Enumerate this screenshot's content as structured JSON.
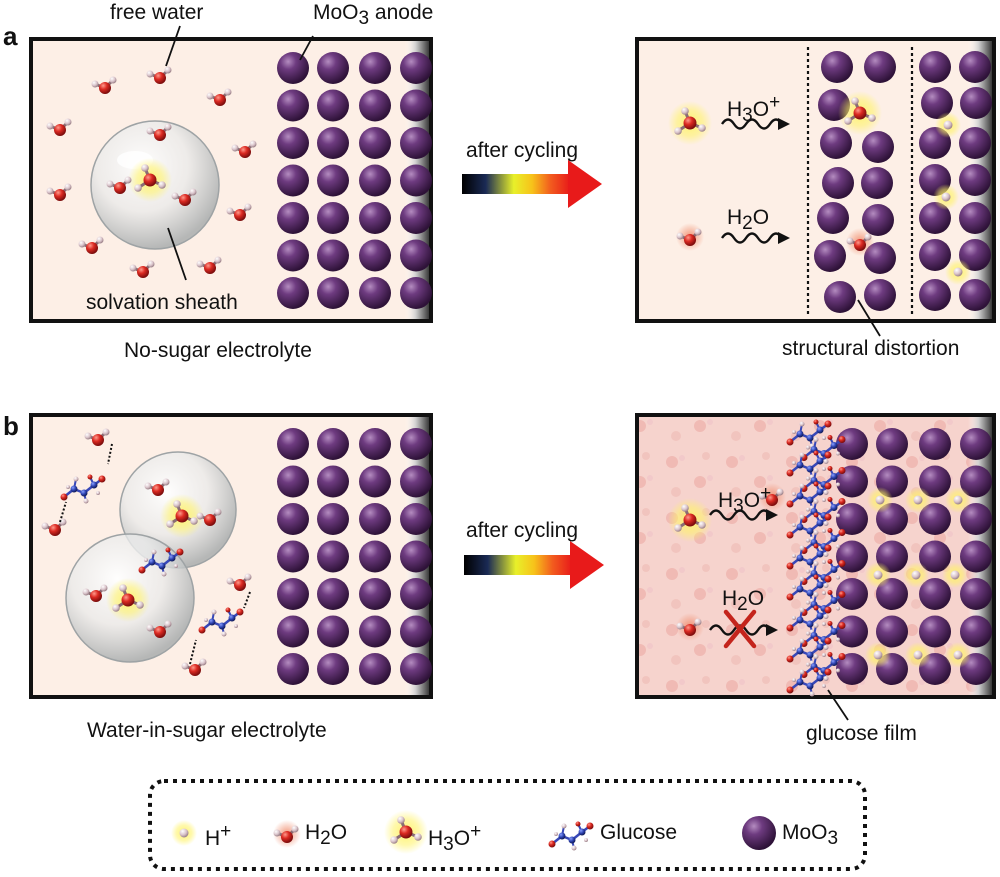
{
  "panels": {
    "a": {
      "letter": "a",
      "free_water": "free water",
      "anode": [
        "MoO",
        "3",
        " anode"
      ],
      "solvation": "solvation sheath",
      "electrolyte": "No-sugar electrolyte",
      "after_cycling": "after cycling",
      "h3o": [
        "H",
        "3",
        "O",
        "+"
      ],
      "h2o": [
        "H",
        "2",
        "O"
      ],
      "distortion": "structural distortion"
    },
    "b": {
      "letter": "b",
      "electrolyte": "Water-in-sugar electrolyte",
      "after_cycling": "after cycling",
      "h3o": [
        "H",
        "3",
        "O",
        "+"
      ],
      "h2o": [
        "H",
        "2",
        "O"
      ],
      "film": "glucose film"
    }
  },
  "legend": {
    "items": [
      {
        "parts": [
          "H",
          "",
          "",
          "+"
        ],
        "icon": "proton-icon"
      },
      {
        "parts": [
          "H",
          "2",
          "O",
          ""
        ],
        "icon": "water-molecule-icon"
      },
      {
        "parts": [
          "H",
          "3",
          "O",
          "+"
        ],
        "icon": "hydronium-icon"
      },
      {
        "parts": [
          "Glucose",
          "",
          "",
          ""
        ],
        "icon": "glucose-icon"
      },
      {
        "parts": [
          "MoO",
          "3",
          "",
          ""
        ],
        "icon": "moo3-sphere-icon"
      }
    ]
  },
  "colors": {
    "panel_bg": "#fdefe6",
    "moo3": "#5b2a6a",
    "oxygen": "#d01f1f",
    "hydrogen": "#d8c2c8",
    "glow": "#fff36a",
    "carbon": "#2c3fa8",
    "cross": "#c4241c"
  }
}
